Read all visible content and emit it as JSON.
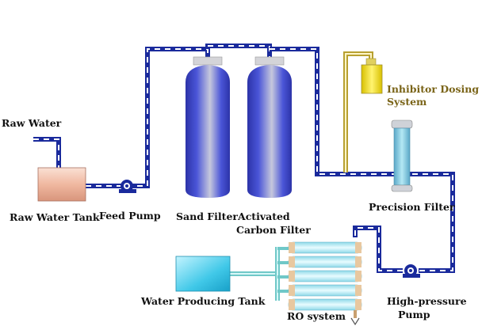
{
  "labels": {
    "raw_water": "Raw Water",
    "raw_water_tank": "Raw Water Tank",
    "feed_pump": "Feed Pump",
    "sand_filter": "Sand Filter",
    "activated_carbon_line1": "Activated",
    "activated_carbon_line2": "Carbon Filter",
    "inhibitor_line1": "Inhibitor Dosing",
    "inhibitor_line2": "System",
    "precision_filter": "Precision Filter",
    "water_producing_tank": "Water Producing Tank",
    "ro_system": "RO system",
    "high_pressure_line1": "High-pressure",
    "high_pressure_line2": "Pump"
  },
  "colors": {
    "pipe": "#1a2a9c",
    "pipe_dash": "#ffffff",
    "dosing_line": "#b8a030",
    "product_line": "#70c8c8",
    "raw_tank": "#f0b8a0",
    "filter_vessel": "#4a55d8",
    "dosing_tank": "#f0e010",
    "precision_filter": "#7ec8e0",
    "water_tank": "#40c8e8",
    "ro_membrane": "#b8ecf4"
  }
}
